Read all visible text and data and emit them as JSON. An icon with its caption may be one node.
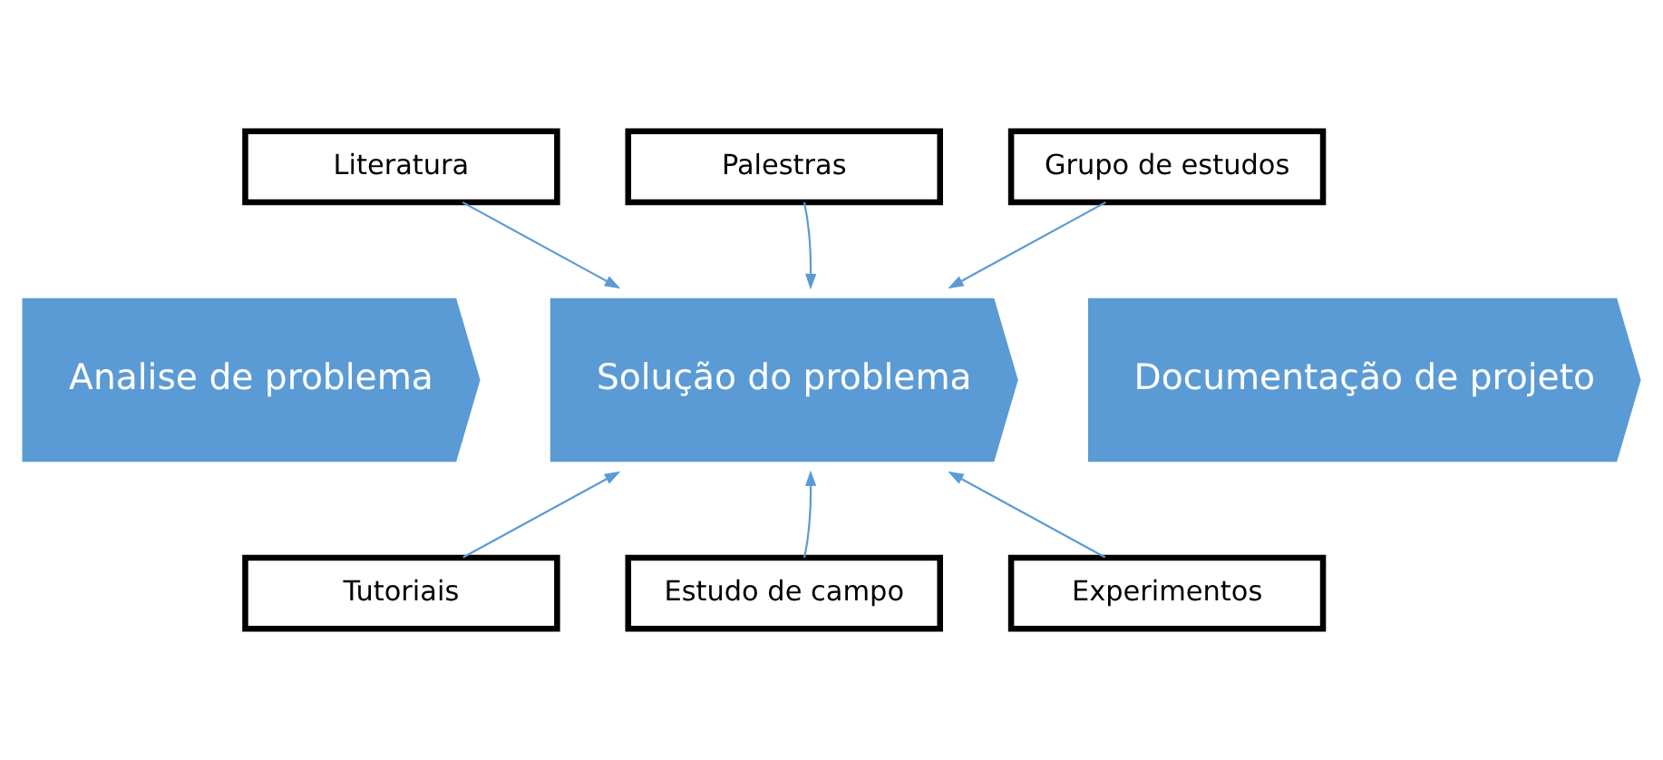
{
  "diagram": {
    "nodes": [
      {
        "text": [
          "Literatura"
        ]
      },
      {
        "text": [
          "Palestras"
        ]
      },
      {
        "text": [
          "Grupo de estudos"
        ]
      },
      {
        "text": [
          "Analise de problema"
        ]
      },
      {
        "text": [
          "Solução do problema"
        ]
      },
      {
        "text": [
          "Documentação de projeto"
        ]
      },
      {
        "text": [
          "Tutoriais"
        ]
      },
      {
        "text": [
          "Estudo de campo"
        ]
      },
      {
        "text": [
          "Experimentos"
        ]
      }
    ],
    "edges": [
      {
        "from": 0,
        "to": 4,
        "arrow": "to"
      },
      {
        "from": 1,
        "to": 4,
        "arrow": "to"
      },
      {
        "from": 2,
        "to": 4,
        "arrow": "to"
      },
      {
        "from": 6,
        "to": 4,
        "arrow": "to"
      },
      {
        "from": 7,
        "to": 4,
        "arrow": "to"
      },
      {
        "from": 8,
        "to": 4,
        "arrow": "to"
      }
    ]
  }
}
